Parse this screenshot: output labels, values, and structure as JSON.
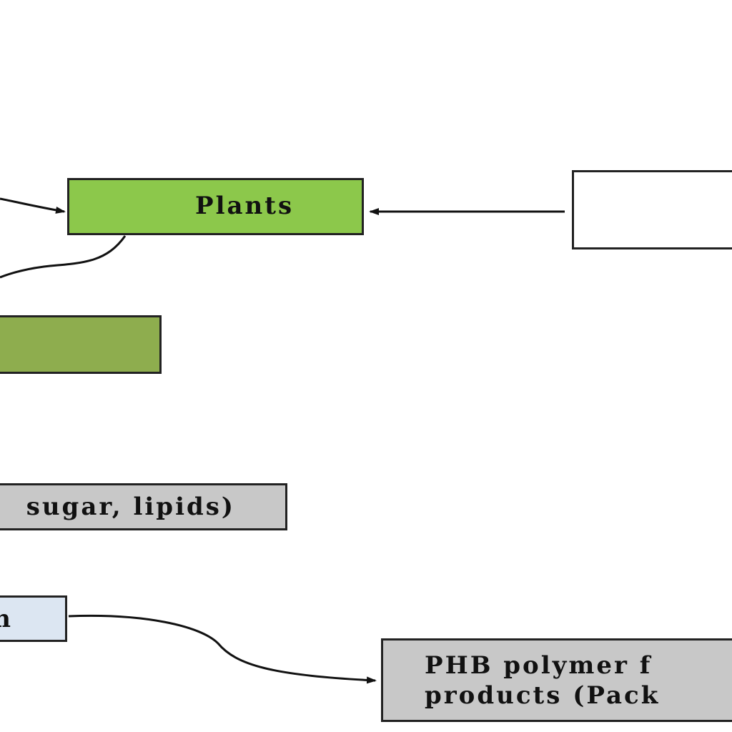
{
  "nodes": {
    "plants": {
      "label": "Plants",
      "color": "#8cc84b"
    },
    "source": {
      "label": "",
      "color": "#ffffff"
    },
    "green_lower": {
      "label": "",
      "color": "#8ead4e"
    },
    "sugar_lipids": {
      "label": "sugar, lipids)",
      "color": "#c8c8c8"
    },
    "blue_box": {
      "label": "n",
      "color": "#dce6f2"
    },
    "phb_products": {
      "line1": "PHB polymer f",
      "line2": "products (Pack",
      "color": "#c8c8c8"
    }
  },
  "edges": [
    {
      "from": "offscreen-left",
      "to": "plants"
    },
    {
      "from": "source",
      "to": "plants"
    },
    {
      "from": "plants",
      "to": "offscreen-left"
    },
    {
      "from": "blue_box",
      "to": "phb_products"
    }
  ]
}
